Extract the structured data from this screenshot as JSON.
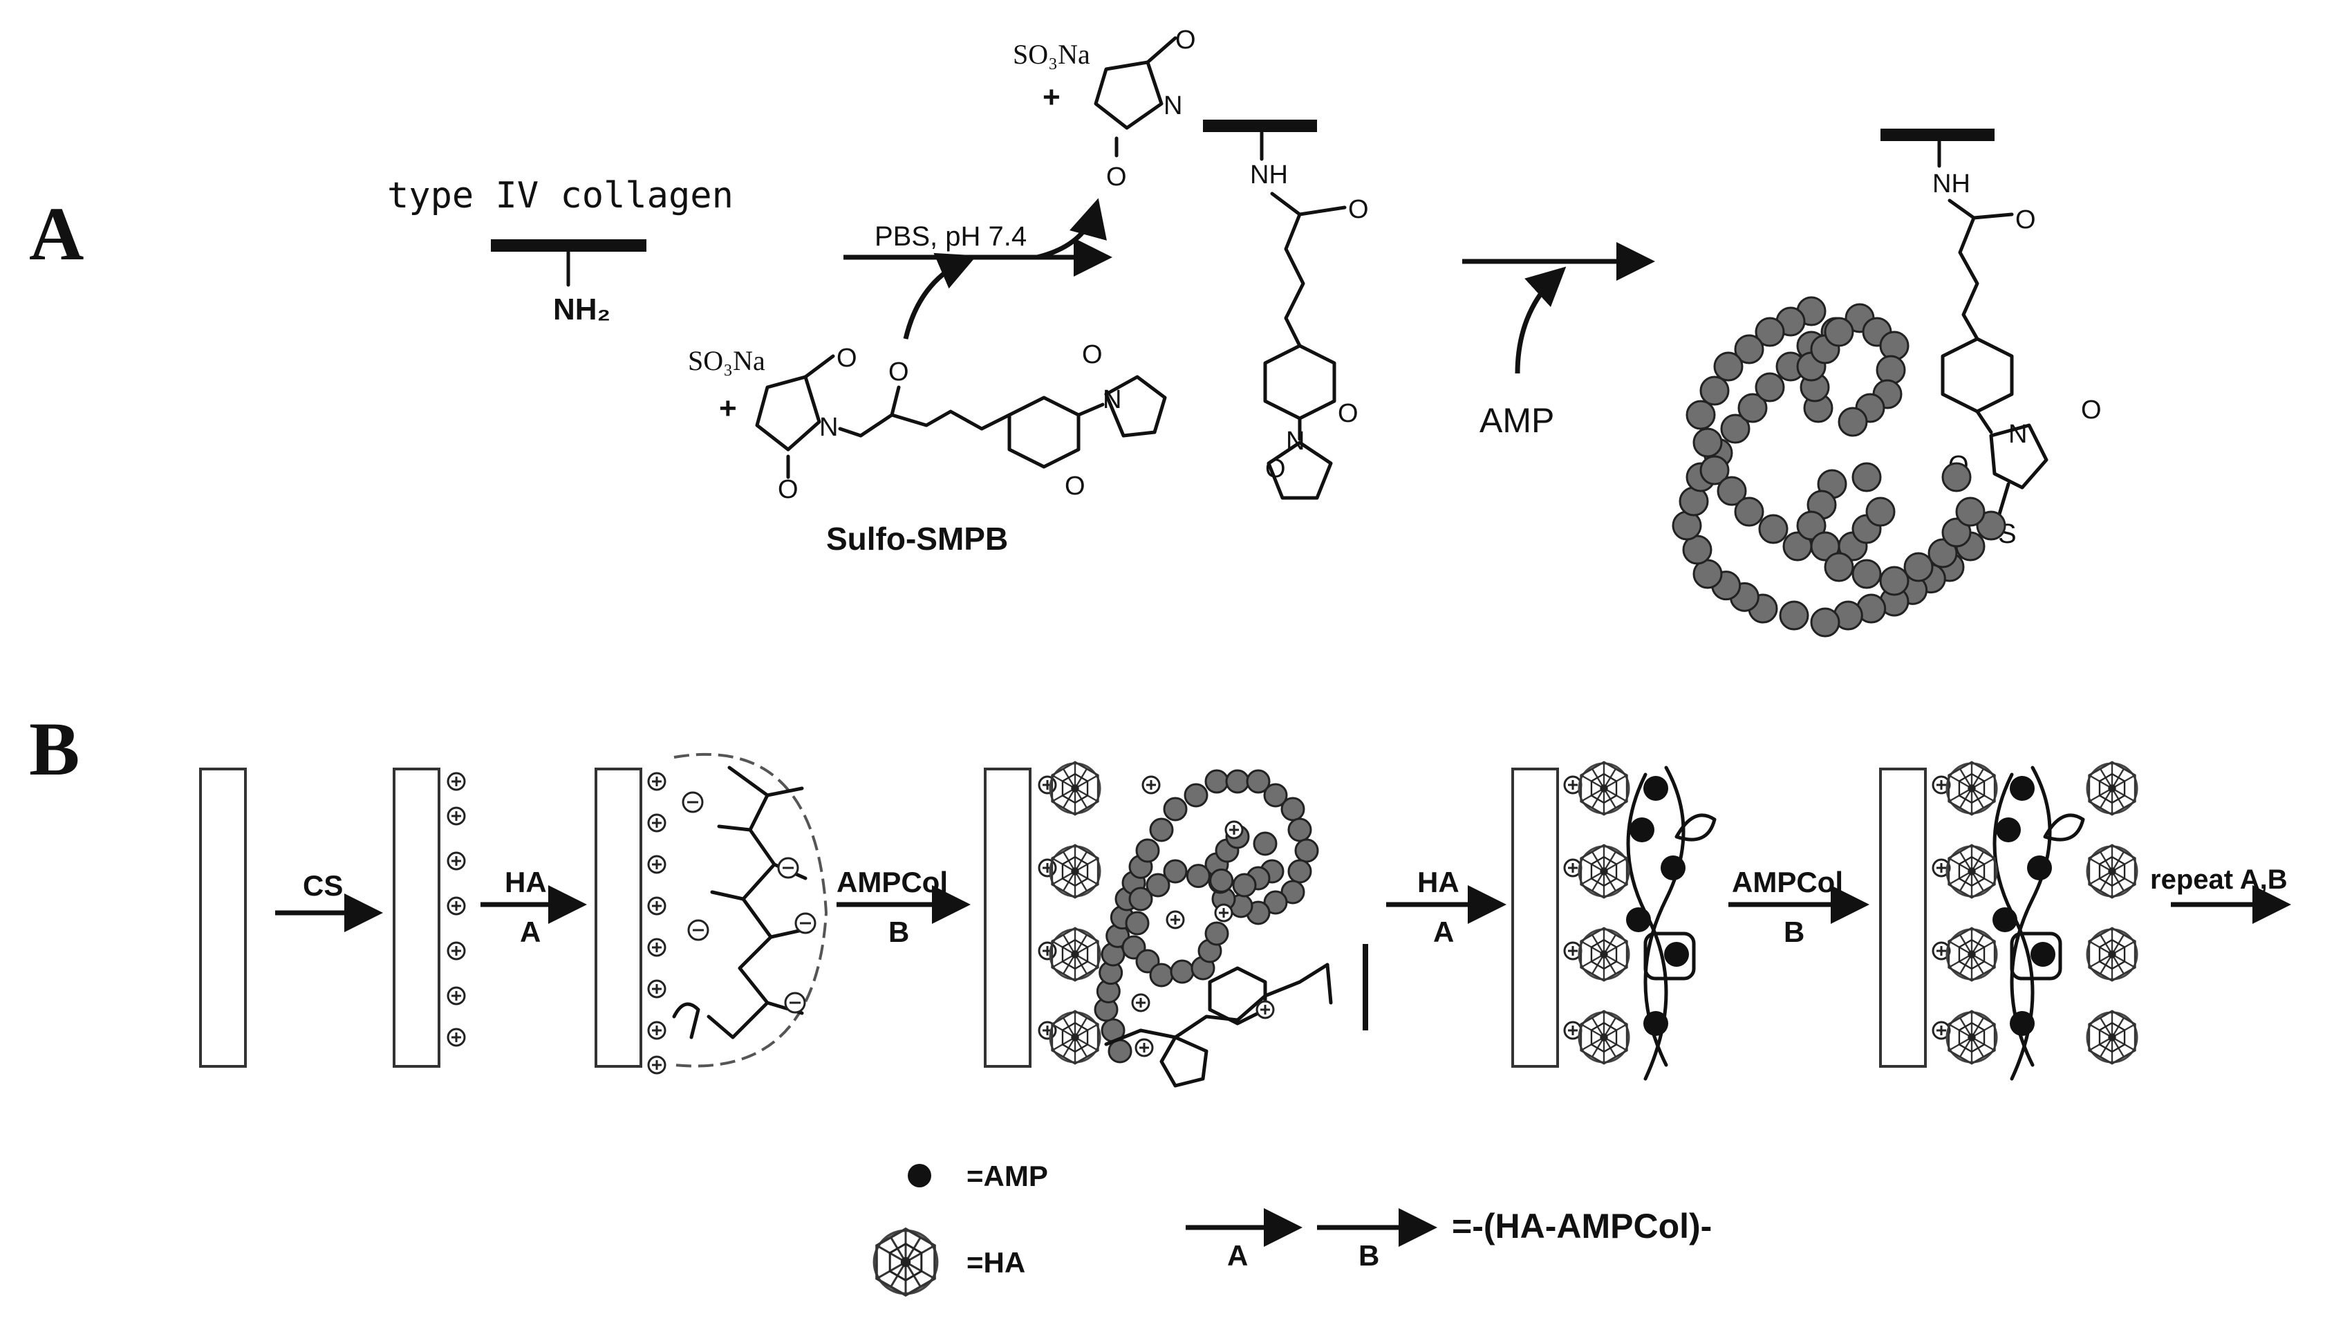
{
  "panel_a": {
    "label": "A",
    "protein_label": "type IV collagen",
    "amine": "NH₂",
    "condition": "PBS, pH 7.4",
    "byproduct_group": "SO₃Na",
    "plus": "+",
    "reagent_group": "SO₃Na",
    "reagent_name": "Sulfo-SMPB",
    "amide_nh_1": "NH",
    "peptide_label": "AMP",
    "amide_nh_2": "NH",
    "thioether": "S",
    "oxygen": "O",
    "nitrogen": "N"
  },
  "panel_b": {
    "label": "B",
    "steps": [
      {
        "top": "CS",
        "bottom": ""
      },
      {
        "top": "HA",
        "bottom": "A"
      },
      {
        "top": "AMPCol",
        "bottom": "B"
      },
      {
        "top": "HA",
        "bottom": "A"
      },
      {
        "top": "AMPCol",
        "bottom": "B"
      },
      {
        "top": "repeat A,B",
        "bottom": ""
      }
    ],
    "plus_symbol": "⊕",
    "minus_symbol": "⊖",
    "legend": {
      "amp": "=AMP",
      "ha": "=HA",
      "arrow_a": "A",
      "arrow_b": "B",
      "equation": "=-(HA-AMPCol)-"
    }
  }
}
